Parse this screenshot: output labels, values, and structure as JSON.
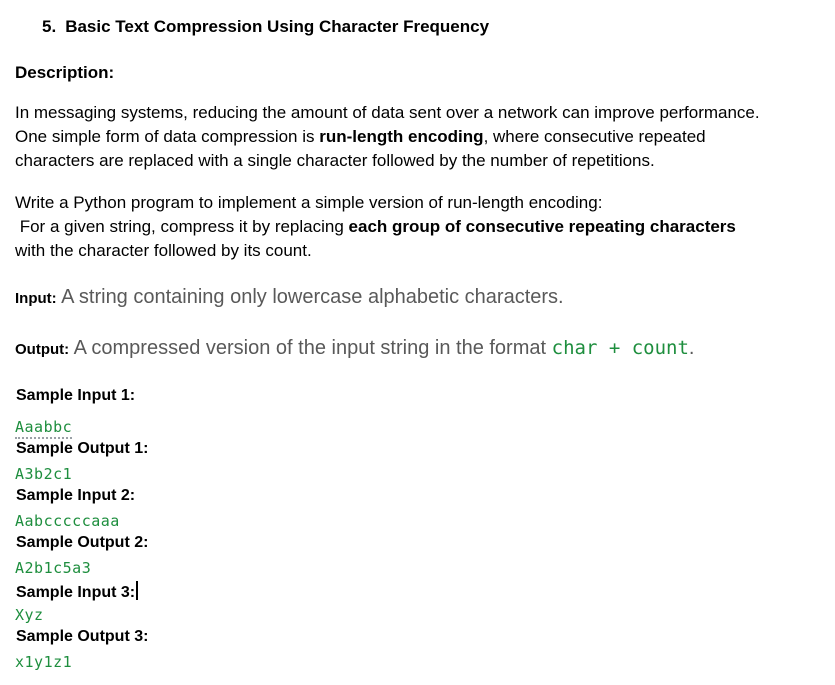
{
  "heading": {
    "number": "5.",
    "title": "Basic Text Compression Using Character Frequency"
  },
  "description_label": "Description:",
  "paragraph1": {
    "line1": "In messaging systems, reducing the amount of data sent over a network can improve performance.",
    "line2_pre": "One simple form of data compression is ",
    "line2_bold": "run-length encoding",
    "line2_post": ", where consecutive repeated",
    "line3": "characters are replaced with a single character followed by the number of repetitions."
  },
  "paragraph2": {
    "line1": "Write a Python program to implement a simple version of run-length encoding:",
    "line2_pre": " For a given string, compress it by replacing ",
    "line2_bold": "each group of consecutive repeating characters",
    "line3": "with the character followed by its count."
  },
  "input_spec": {
    "label": "Input:",
    "text": " A string containing only lowercase alphabetic characters."
  },
  "output_spec": {
    "label": "Output:",
    "text": " A compressed version of the input string in the format ",
    "code": "char + count",
    "suffix": "."
  },
  "samples": [
    {
      "label": "Sample Input 1:",
      "value": "Aaabbc"
    },
    {
      "label": "Sample Output 1:",
      "value": "A3b2c1"
    },
    {
      "label": "Sample Input 2:",
      "value": "Aabcccccaaa"
    },
    {
      "label": "Sample Output 2:",
      "value": "A2b1c5a3"
    },
    {
      "label": "Sample Input 3:",
      "value": "Xyz"
    },
    {
      "label": "Sample Output 3:",
      "value": "x1y1z1"
    }
  ],
  "colors": {
    "code_green": "#1e8e3e",
    "muted_text": "#595959"
  }
}
